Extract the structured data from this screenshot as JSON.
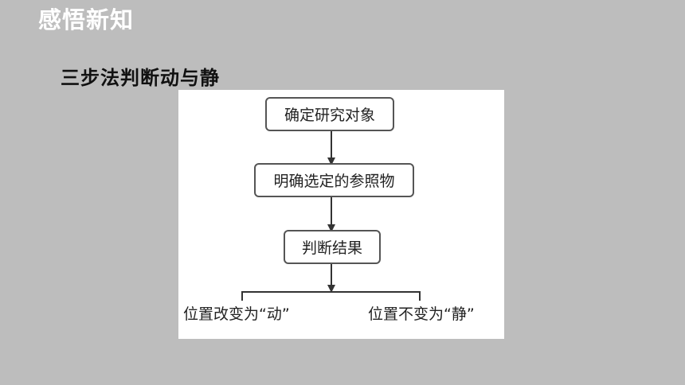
{
  "header": {
    "title": "感悟新知"
  },
  "section": {
    "subtitle": "三步法判断动与静"
  },
  "flowchart": {
    "steps": [
      "确定研究对象",
      "明确选定的参照物",
      "判断结果"
    ],
    "outcomes": [
      "位置改变为“动”",
      "位置不变为“静”"
    ]
  },
  "colors": {
    "background": "#bdbdbd",
    "panel": "#ffffff",
    "title_text": "#ffffff",
    "line": "#333333"
  }
}
